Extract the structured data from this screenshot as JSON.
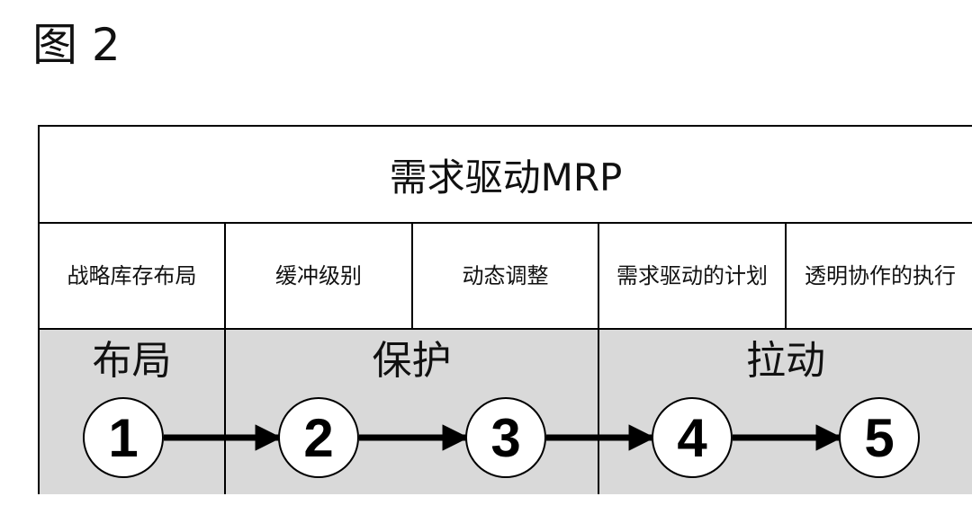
{
  "figure_label": "图 2",
  "title": "需求驱动MRP",
  "components": [
    "战略库存布局",
    "缓冲级别",
    "动态调整",
    "需求驱动的计划",
    "透明协作的执行"
  ],
  "phases": [
    "布局",
    "保护",
    "拉动"
  ],
  "steps": [
    "1",
    "2",
    "3",
    "4",
    "5"
  ],
  "colors": {
    "phase_background": "#d9d9d9",
    "border": "#000000",
    "circle_fill": "#ffffff"
  }
}
